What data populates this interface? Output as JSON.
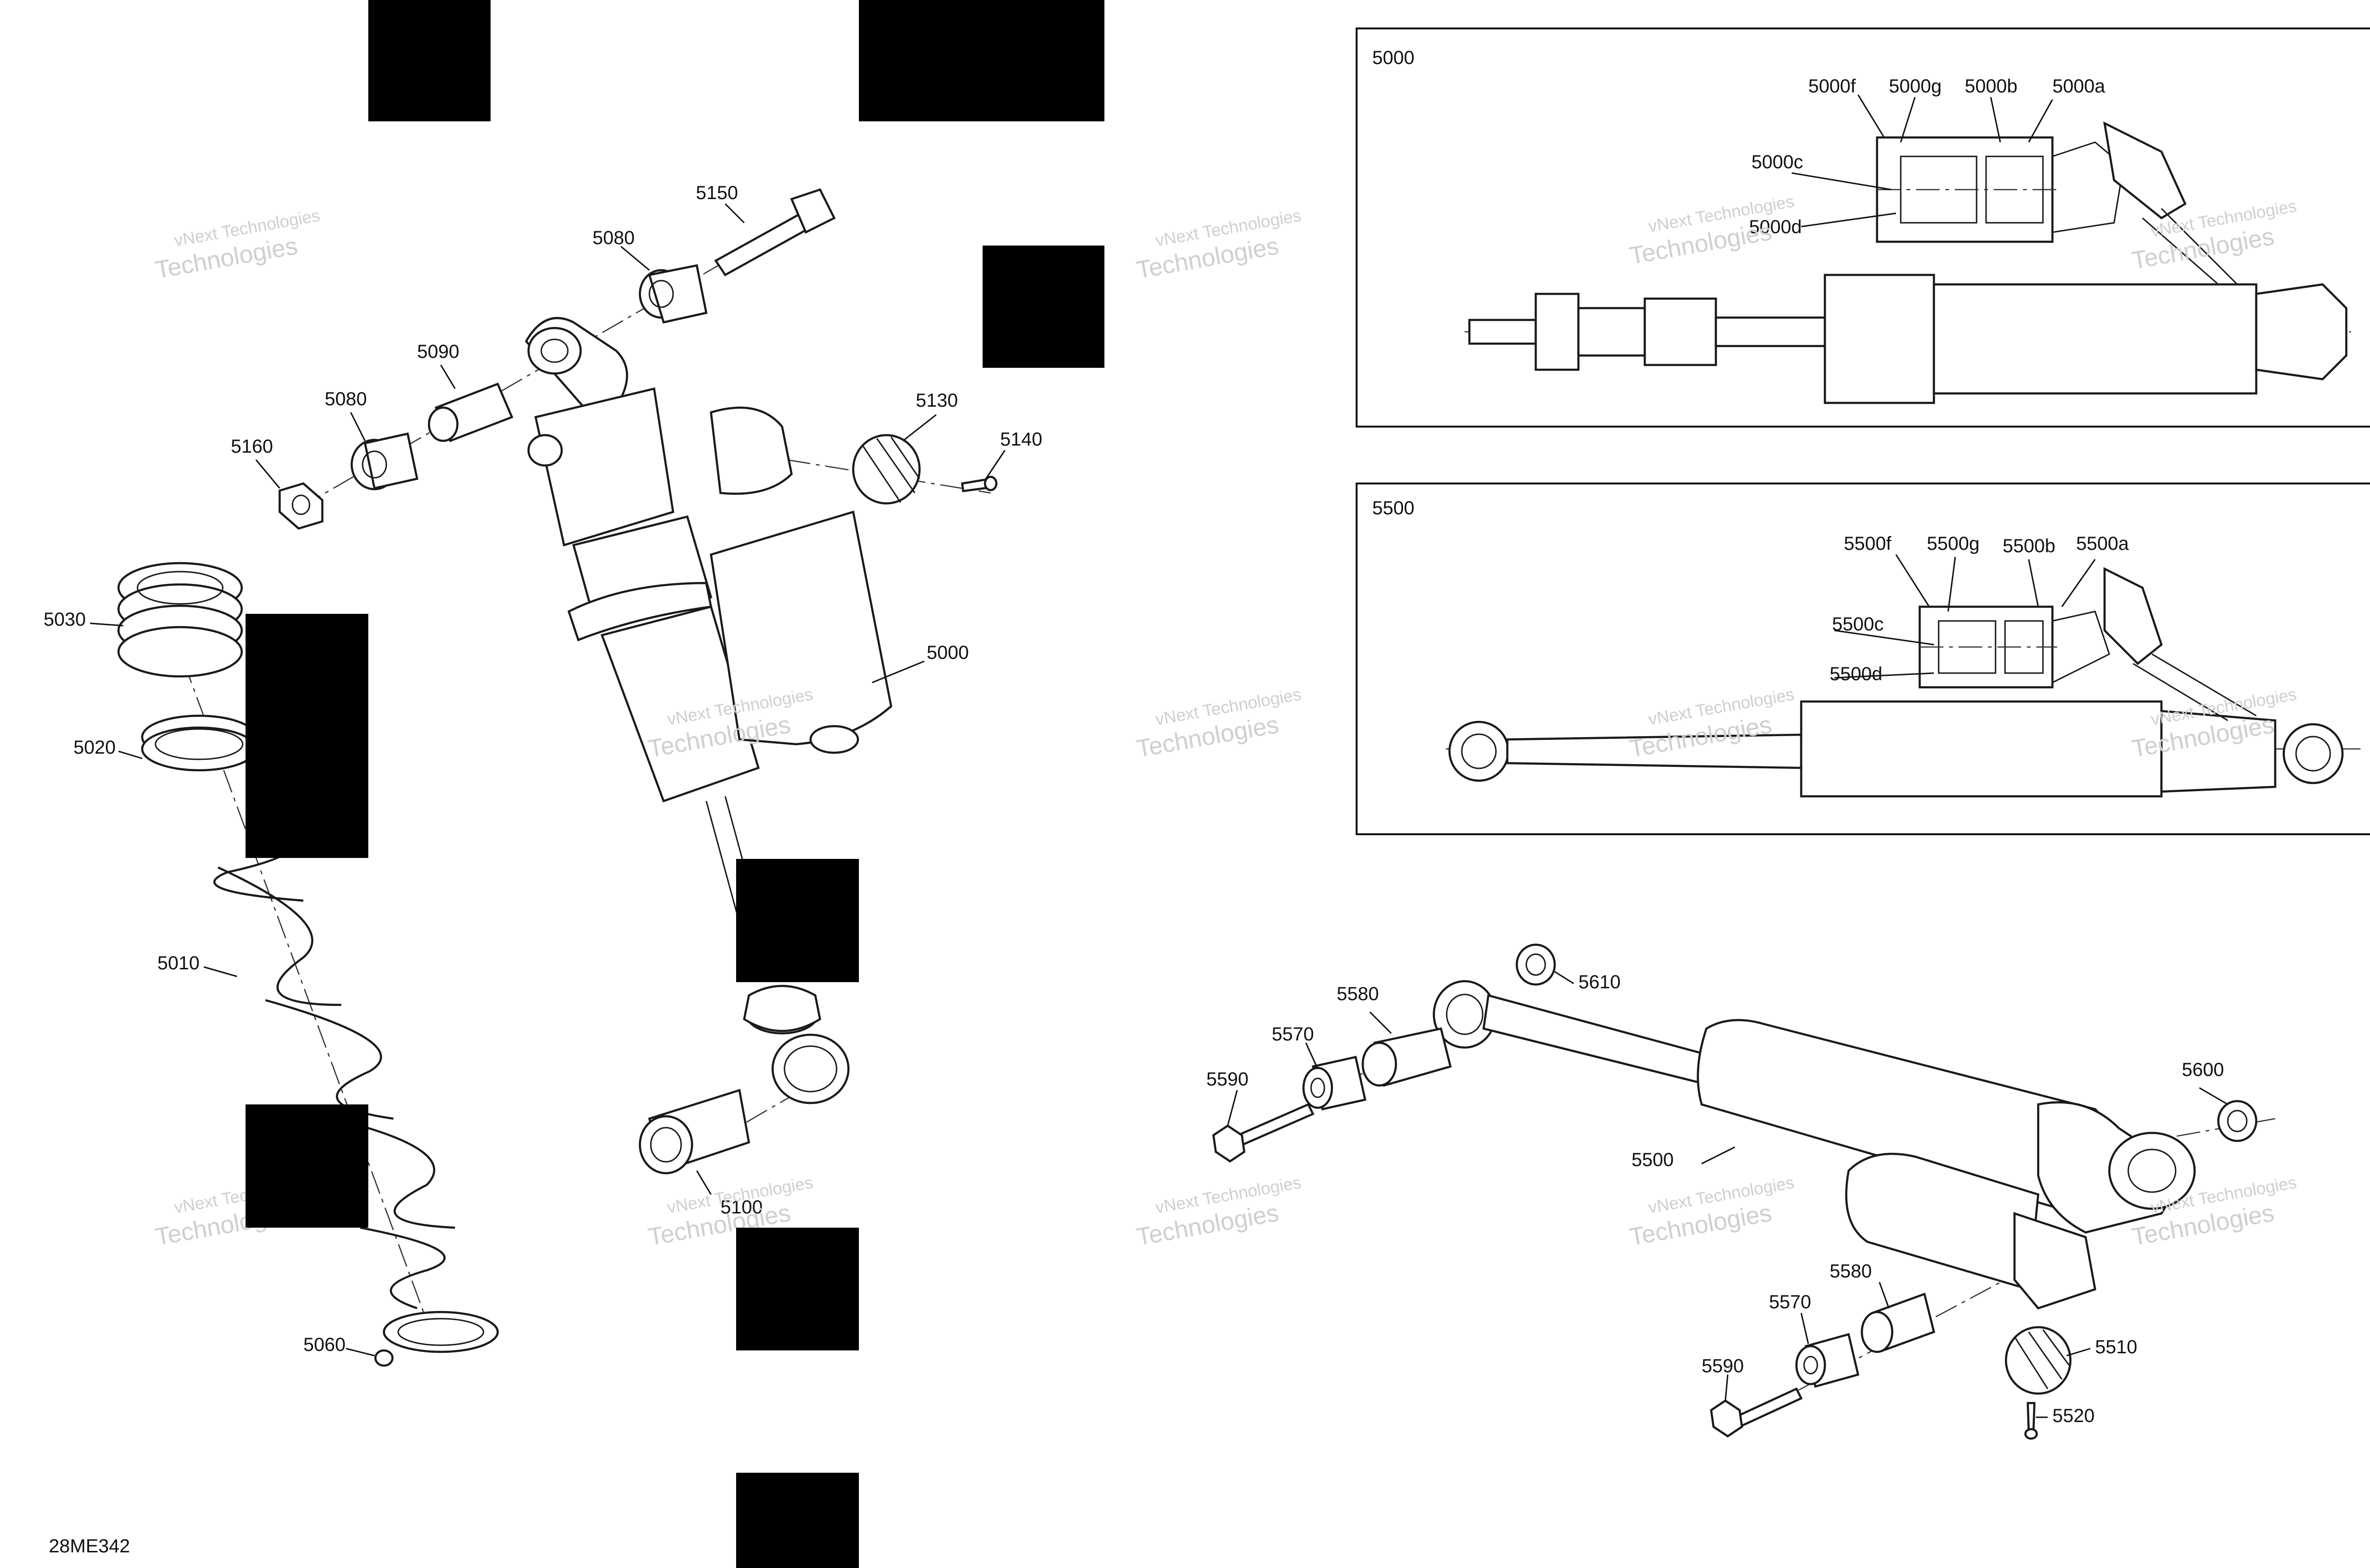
{
  "diagram": {
    "reference_code": "28ME342",
    "watermark": {
      "line1": "vNext Technologies",
      "line2": "Technologies"
    },
    "main_callouts": [
      "5150",
      "5080",
      "5090",
      "5080",
      "5160",
      "5130",
      "5140",
      "5030",
      "5020",
      "5000",
      "5010",
      "5060",
      "5100"
    ],
    "inset_5000": {
      "title": "5000",
      "callouts": [
        "5000f",
        "5000g",
        "5000b",
        "5000a",
        "5000c",
        "5000d"
      ]
    },
    "inset_5500": {
      "title": "5500",
      "callouts": [
        "5500f",
        "5500g",
        "5500b",
        "5500a",
        "5500c",
        "5500d"
      ]
    },
    "rear_callouts": [
      "5610",
      "5580",
      "5570",
      "5590",
      "5600",
      "5500",
      "5580",
      "5570",
      "5590",
      "5510",
      "5520"
    ]
  }
}
